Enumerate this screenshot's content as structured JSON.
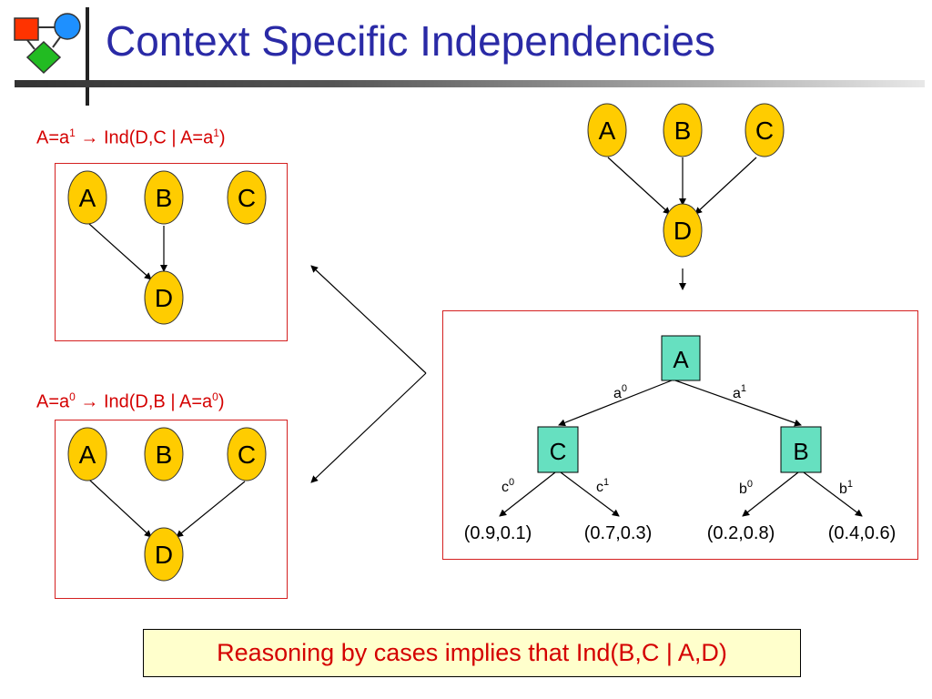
{
  "title": "Context Specific Independencies",
  "rule_top": {
    "pre": "A=a",
    "sup1": "1",
    "arrow": "→",
    "mid": "Ind(D,C | A=a",
    "sup2": "1",
    "post": ")"
  },
  "rule_bottom": {
    "pre": "A=a",
    "sup1": "0",
    "arrow": "→",
    "mid": "Ind(D,B | A=a",
    "sup2": "0",
    "post": ")"
  },
  "nodes": {
    "a": "A",
    "b": "B",
    "c": "C",
    "d": "D"
  },
  "tree": {
    "root": "A",
    "branch_a0": "a",
    "branch_a0_sup": "0",
    "branch_a1": "a",
    "branch_a1_sup": "1",
    "left_node": "C",
    "right_node": "B",
    "branch_c0": "c",
    "branch_c0_sup": "0",
    "branch_c1": "c",
    "branch_c1_sup": "1",
    "branch_b0": "b",
    "branch_b0_sup": "0",
    "branch_b1": "b",
    "branch_b1_sup": "1",
    "leaves": [
      "(0.9,0.1)",
      "(0.7,0.3)",
      "(0.2,0.8)",
      "(0.4,0.6)"
    ]
  },
  "conclusion": "Reasoning by cases implies that Ind(B,C | A,D)",
  "colors": {
    "title": "#2a2aa6",
    "rule_text": "#d40000",
    "ellipse_fill": "#ffcc00",
    "tree_node_fill": "#66e0c0",
    "box_border": "#d42020",
    "conclusion_bg": "#ffffcc"
  }
}
